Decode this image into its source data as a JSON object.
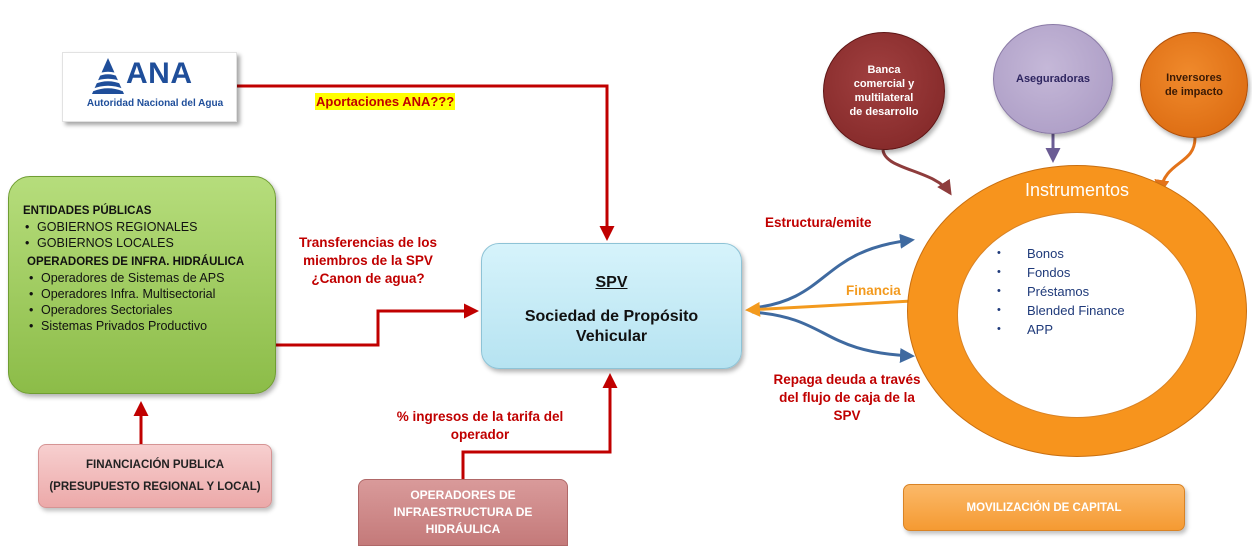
{
  "ana_logo": {
    "name": "ANA",
    "subtitle": "Autoridad Nacional del Agua"
  },
  "labels": {
    "aportaciones": "Aportaciones ANA???",
    "transferencias": [
      "Transferencias de los",
      "miembros de la SPV",
      "¿Canon de agua?"
    ],
    "ingresos": [
      "% ingresos de la tarifa del",
      "operador"
    ],
    "estructura": "Estructura/emite",
    "financia": "Financia",
    "repaga": [
      "Repaga deuda a través",
      "del flujo de caja de la",
      "SPV"
    ]
  },
  "entidades": {
    "heading1": "ENTIDADES PÚBLICAS",
    "items1": [
      "GOBIERNOS REGIONALES",
      "GOBIERNOS LOCALES"
    ],
    "heading2": "OPERADORES DE INFRA. HIDRÁULICA",
    "items2": [
      "Operadores de Sistemas de APS",
      "Operadores Infra. Multisectorial",
      "Operadores Sectoriales",
      "Sistemas Privados Productivo"
    ]
  },
  "financiacion_publica": {
    "line1": "FINANCIACIÓN PUBLICA",
    "line2": "(PRESUPUESTO REGIONAL Y LOCAL)"
  },
  "spv": {
    "title": "SPV",
    "subtitle": "Sociedad de Propósito Vehicular"
  },
  "operadores": {
    "lines": [
      "OPERADORES DE",
      "INFRAESTRUCTURA DE",
      "HIDRÁULICA"
    ]
  },
  "instrumentos": {
    "title": "Instrumentos",
    "items": [
      "Bonos",
      "Fondos",
      "Préstamos",
      "Blended Finance",
      "APP"
    ]
  },
  "capital_sources": {
    "banca": [
      "Banca",
      "comercial y",
      "multilateral",
      "de desarrollo"
    ],
    "aseguradoras": "Aseguradoras",
    "inversores": [
      "Inversores",
      "de impacto"
    ]
  },
  "movilizacion": "MOVILIZACIÓN DE CAPITAL",
  "colors": {
    "arrow_red": "#c00000",
    "arrow_blue": "#3f6aa0",
    "arrow_orange": "#f39a1e",
    "banca": "#8e2f2f",
    "aseguradoras": "#b3a5cc",
    "inversores": "#e3731a",
    "instrumentos_ring": "#f7941d"
  }
}
